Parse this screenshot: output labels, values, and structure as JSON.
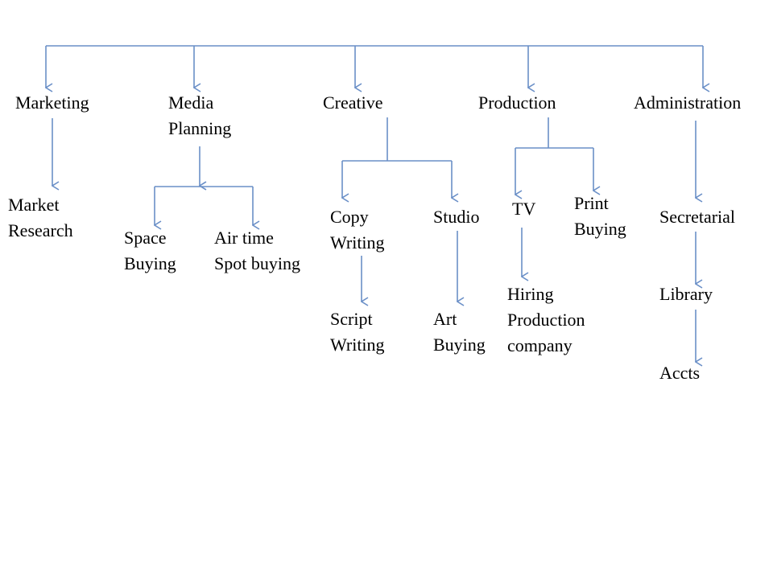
{
  "diagram": {
    "line_color": "#6a8fc7",
    "text_color": "#000000",
    "departments": [
      {
        "id": "marketing",
        "lines": [
          "Marketing"
        ]
      },
      {
        "id": "media-planning",
        "lines": [
          "Media",
          "Planning"
        ]
      },
      {
        "id": "creative",
        "lines": [
          "Creative"
        ]
      },
      {
        "id": "production",
        "lines": [
          "Production"
        ]
      },
      {
        "id": "administration",
        "lines": [
          "Administration"
        ]
      }
    ],
    "sub_units": [
      {
        "id": "market-research",
        "lines": [
          "Market",
          "Research"
        ]
      },
      {
        "id": "space-buying",
        "lines": [
          "Space",
          "Buying"
        ]
      },
      {
        "id": "air-time-spot-buying",
        "lines": [
          "Air time",
          "Spot buying"
        ]
      },
      {
        "id": "copy-writing",
        "lines": [
          "Copy",
          "Writing"
        ]
      },
      {
        "id": "studio",
        "lines": [
          "Studio"
        ]
      },
      {
        "id": "tv",
        "lines": [
          "TV"
        ]
      },
      {
        "id": "print-buying",
        "lines": [
          "Print",
          "Buying"
        ]
      },
      {
        "id": "secretarial",
        "lines": [
          "Secretarial"
        ]
      },
      {
        "id": "script-writing",
        "lines": [
          "Script",
          "Writing"
        ]
      },
      {
        "id": "art-buying",
        "lines": [
          "Art",
          "Buying"
        ]
      },
      {
        "id": "hiring-production-company",
        "lines": [
          "Hiring",
          "Production",
          "company"
        ]
      },
      {
        "id": "library",
        "lines": [
          "Library"
        ]
      },
      {
        "id": "accts",
        "lines": [
          "Accts"
        ]
      }
    ]
  }
}
